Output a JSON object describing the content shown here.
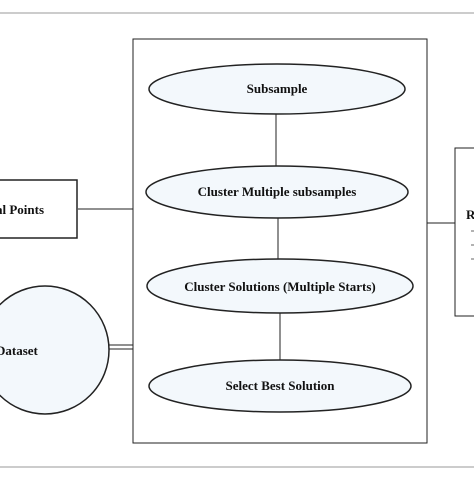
{
  "nodes": {
    "initial_points_label": "al Points",
    "dataset_label": "Dataset",
    "subsample_label": "Subsample",
    "cluster_multiple_label": "Cluster Multiple subsamples",
    "cluster_solutions_label": "Cluster Solutions (Multiple Starts)",
    "select_best_label": "Select Best Solution",
    "right_box_label": "R"
  },
  "colors": {
    "ellipse_fill": "#f3f8fc",
    "stroke": "#222222",
    "frame_stroke": "#9a9a9a"
  }
}
